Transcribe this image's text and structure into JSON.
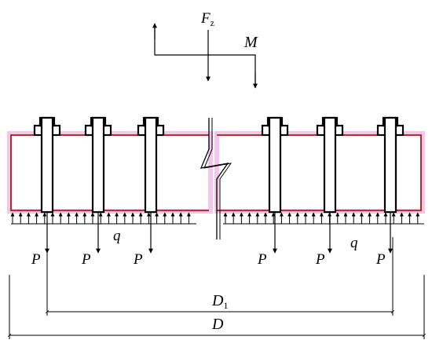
{
  "labels": {
    "fz": "F",
    "fz_sub": "z",
    "moment": "M",
    "load_P": "P",
    "load_q": "q",
    "d1": "D",
    "d1_sub": "1",
    "d": "D"
  },
  "colors": {
    "flange_outline": "#b01818",
    "flange_glow": "#f4c6ec",
    "line": "#000000"
  }
}
